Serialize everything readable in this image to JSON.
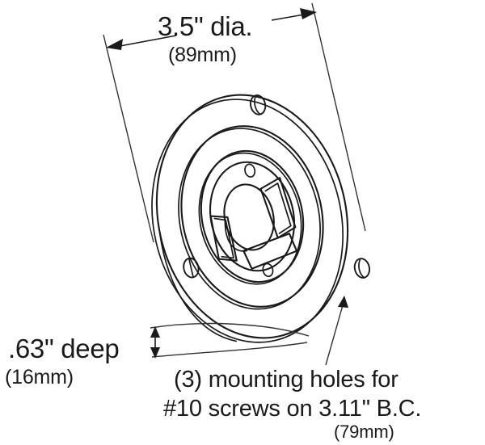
{
  "drawing": {
    "title": "Flange mounting detail — dimensioned orthographic/pictorial view",
    "background_color": "#ffffff",
    "line_color": "#1a1a1a",
    "dimension_color": "#333333"
  },
  "dimensions": {
    "diameter": {
      "label": "3.5\" dia.",
      "metric": "(89mm)",
      "name": "outer-flange-diameter"
    },
    "depth": {
      "label": ".63\" deep",
      "metric": "(16mm)",
      "name": "flange-depth"
    },
    "bolt_circle": {
      "line1": "(3) mounting holes for",
      "line2": "#10 screws on 3.11\" B.C.",
      "metric": "(79mm)",
      "name": "mounting-hole-callout"
    }
  },
  "features": {
    "mounting_holes_count": 3,
    "screw_size": "#10",
    "bolt_circle_inch": "3.11",
    "bolt_circle_mm": "79",
    "outer_diameter_inch": "3.5",
    "outer_diameter_mm": "89",
    "depth_inch": ".63",
    "depth_mm": "16"
  }
}
